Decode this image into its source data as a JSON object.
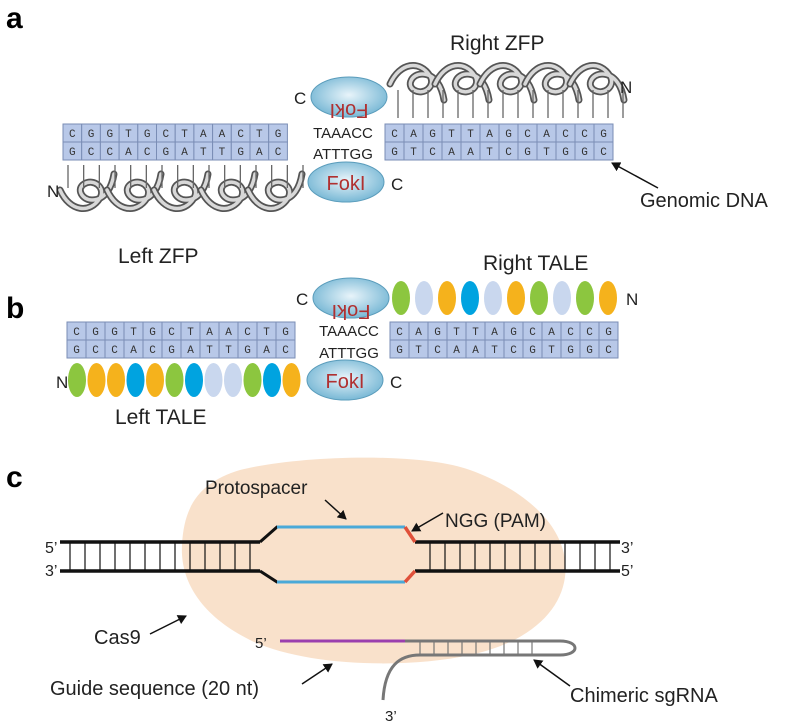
{
  "panel_a": {
    "label": "a",
    "right_zfp_label": "Right ZFP",
    "left_zfp_label": "Left ZFP",
    "top_strand_left": [
      "C",
      "G",
      "G",
      "T",
      "G",
      "C",
      "T",
      "A",
      "A",
      "C",
      "T",
      "G"
    ],
    "bottom_strand_left": [
      "G",
      "C",
      "C",
      "A",
      "C",
      "G",
      "A",
      "T",
      "T",
      "G",
      "A",
      "C"
    ],
    "top_strand_right": [
      "C",
      "A",
      "G",
      "T",
      "T",
      "A",
      "G",
      "C",
      "A",
      "C",
      "C",
      "G"
    ],
    "bottom_strand_right": [
      "G",
      "T",
      "C",
      "A",
      "A",
      "T",
      "C",
      "G",
      "T",
      "G",
      "G",
      "C"
    ],
    "spacer_top": "TAAACC",
    "spacer_bottom": "ATTTGG",
    "fok_label": "FokI",
    "c_label": "C",
    "n_label": "N",
    "genomic_dna_label": "Genomic DNA"
  },
  "panel_b": {
    "label": "b",
    "right_tale_label": "Right TALE",
    "left_tale_label": "Left TALE",
    "top_strand_left": [
      "C",
      "G",
      "G",
      "T",
      "G",
      "C",
      "T",
      "A",
      "A",
      "C",
      "T",
      "G"
    ],
    "bottom_strand_left": [
      "G",
      "C",
      "C",
      "A",
      "C",
      "G",
      "A",
      "T",
      "T",
      "G",
      "A",
      "C"
    ],
    "top_strand_right": [
      "C",
      "A",
      "G",
      "T",
      "T",
      "A",
      "G",
      "C",
      "A",
      "C",
      "C",
      "G"
    ],
    "bottom_strand_right": [
      "G",
      "T",
      "C",
      "A",
      "A",
      "T",
      "C",
      "G",
      "T",
      "G",
      "G",
      "C"
    ],
    "spacer_top": "TAAACC",
    "spacer_bottom": "ATTTGG",
    "fok_label": "FokI",
    "c_label": "C",
    "n_label": "N",
    "right_tale_repeat_colors": [
      "#8cc63f",
      "#c9d7ee",
      "#f5b21c",
      "#00a3e0",
      "#c9d7ee",
      "#f5b21c",
      "#8cc63f",
      "#c9d7ee",
      "#8cc63f",
      "#f5b21c"
    ],
    "left_tale_repeat_colors": [
      "#8cc63f",
      "#f5b21c",
      "#f5b21c",
      "#00a3e0",
      "#f5b21c",
      "#8cc63f",
      "#00a3e0",
      "#c9d7ee",
      "#c9d7ee",
      "#8cc63f",
      "#00a3e0",
      "#f5b21c"
    ]
  },
  "panel_c": {
    "label": "c",
    "protospacer_label": "Protospacer",
    "pam_label": "NGG (PAM)",
    "five_prime": "5’",
    "three_prime": "3’",
    "cas9_label": "Cas9",
    "guide_label": "Guide sequence (20 nt)",
    "sgrna_label": "Chimeric sgRNA"
  },
  "colors": {
    "dna_box_fill": "#b8c8e8",
    "dna_box_stroke": "#7a8db5",
    "fok_fill": "#8ec6df",
    "cas9_fill": "#f9dfc8",
    "protospacer": "#4aa9d8",
    "pam": "#e0503a",
    "guide": "#9b3fae"
  }
}
